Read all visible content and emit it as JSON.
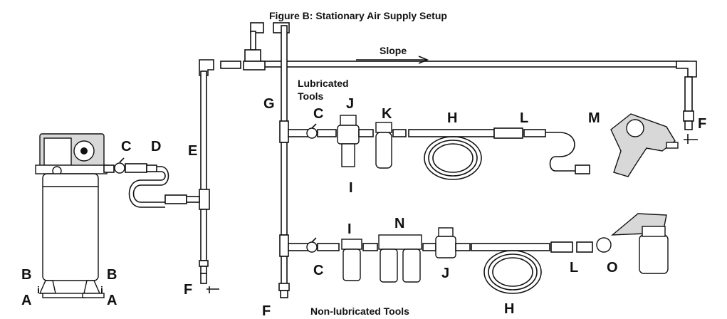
{
  "figure": {
    "title": "Figure B:  Stationary Air Supply Setup",
    "slope_label": "Slope",
    "lubricated_line1": "Lubricated",
    "lubricated_line2": "Tools",
    "non_lubricated": "Non-lubricated Tools"
  },
  "labels": {
    "A": "A",
    "B": "B",
    "C": "C",
    "D": "D",
    "E": "E",
    "F": "F",
    "G": "G",
    "H": "H",
    "I": "I",
    "J": "J",
    "K": "K",
    "L": "L",
    "M": "M",
    "N": "N",
    "O": "O",
    "i": "i"
  },
  "icons": [
    "air-compressor",
    "ball-valve",
    "air-hose",
    "drain-valve",
    "air-filter",
    "regulator",
    "lubricator",
    "coupler",
    "impact-wrench",
    "spray-gun"
  ]
}
